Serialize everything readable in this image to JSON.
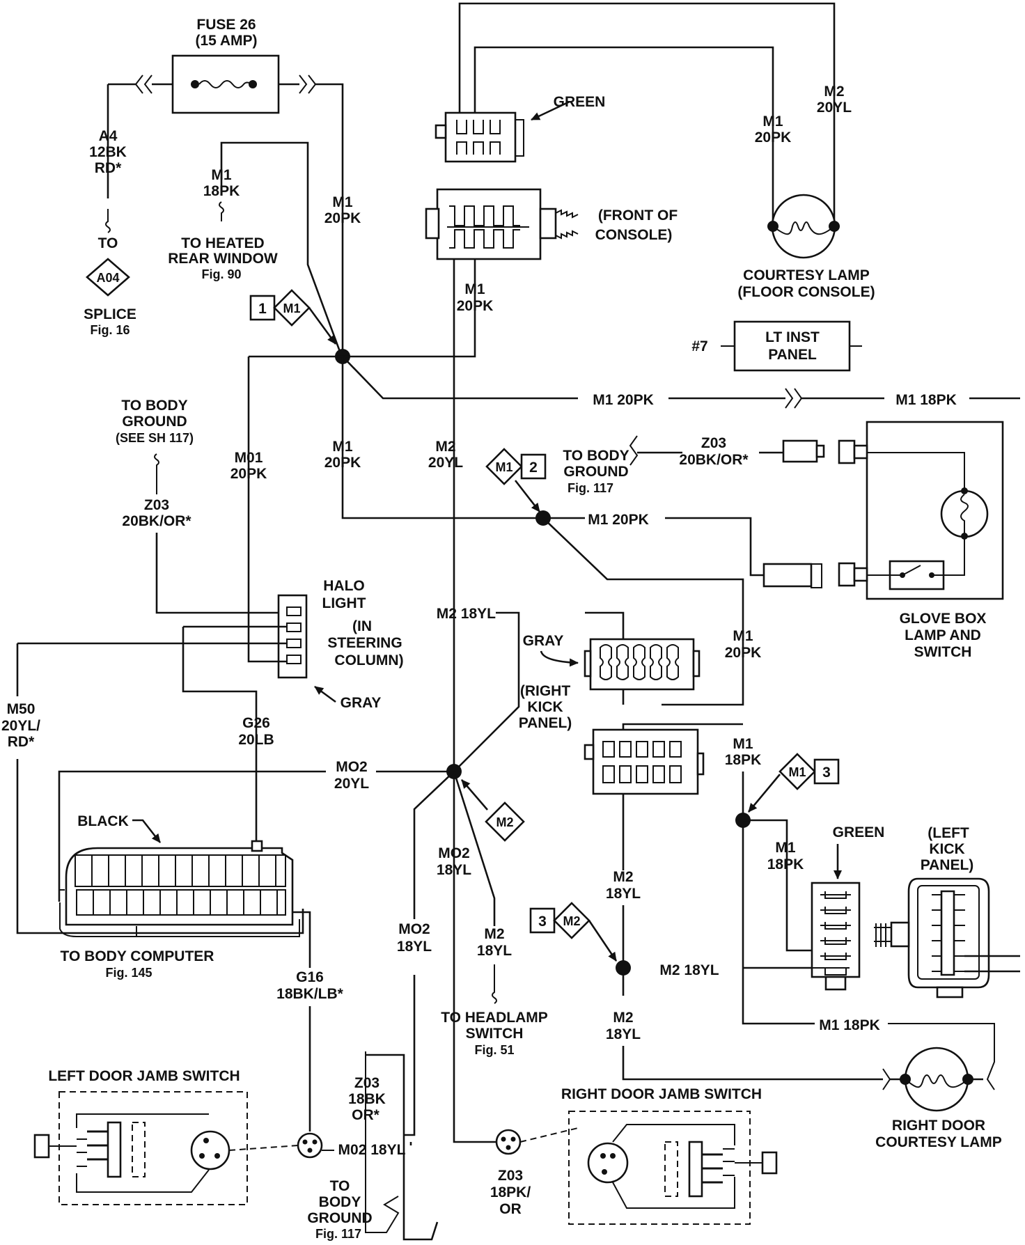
{
  "fuse": {
    "line1": "FUSE 26",
    "line2": "(15 AMP)"
  },
  "wires": {
    "a4": [
      "A4",
      "12BK",
      "RD*"
    ],
    "m1_18pk_hrw": [
      "M1",
      "18PK"
    ],
    "m1_20pk_fuse": [
      "M1",
      "20PK"
    ],
    "m1_20pk_console": [
      "M1",
      "20PK"
    ],
    "m1_20pk_lamp": [
      "M1",
      "20PK"
    ],
    "m2_20yl_lamp": [
      "M2",
      "20YL"
    ],
    "m1_20pk_h": "M1 20PK",
    "m1_18pk_h": "M1 18PK",
    "m01_20pk": [
      "M01",
      "20PK"
    ],
    "m1_20pk_mid": [
      "M1",
      "20PK"
    ],
    "m2_20yl_mid": [
      "M2",
      "20YL"
    ],
    "z03_20bkor_left": [
      "Z03",
      "20BK/OR*"
    ],
    "z03_20bkor_right": [
      "Z03",
      "20BK/OR*"
    ],
    "m1_20pk_glove": "M1 20PK",
    "m2_18yl_top": "M2 18YL",
    "m1_20pk_kick": [
      "M1",
      "20PK"
    ],
    "m50": [
      "M50",
      "20YL/",
      "RD*"
    ],
    "g26": [
      "G26",
      "20LB"
    ],
    "mo2_20yl": [
      "MO2",
      "20YL"
    ],
    "m1_18pk_a": [
      "M1",
      "18PK"
    ],
    "m1_18pk_b": [
      "M1",
      "18PK"
    ],
    "mo2_18yl_a": [
      "MO2",
      "18YL"
    ],
    "mo2_18yl_b": [
      "MO2",
      "18YL"
    ],
    "m2_18yl_hl": [
      "M2",
      "18YL"
    ],
    "m2_18yl_c": [
      "M2",
      "18YL"
    ],
    "m2_18yl_d": "M2 18YL",
    "m2_18yl_e": [
      "M2",
      "18YL"
    ],
    "m1_18pk_bottom": "M1 18PK",
    "g16": [
      "G16",
      "18BK/LB*"
    ],
    "z03_18bkor": [
      "Z03",
      "18BK",
      "OR*"
    ],
    "m02_18yl_sw": "M02 18YL",
    "z03_18pkor": [
      "Z03",
      "18PK/",
      "OR"
    ]
  },
  "labels": {
    "to": "TO",
    "splice_code": "A04",
    "splice": [
      "SPLICE",
      "Fig. 16"
    ],
    "heated_window": [
      "TO HEATED",
      "REAR WINDOW",
      "Fig. 90"
    ],
    "green_top": "GREEN",
    "front_console": [
      "(FRONT OF",
      "CONSOLE)"
    ],
    "courtesy_floor": [
      "COURTESY LAMP",
      "(FLOOR CONSOLE)"
    ],
    "lt_inst_num": "#7",
    "lt_inst": [
      "LT INST",
      "PANEL"
    ],
    "body_ground_sh": [
      "TO BODY",
      "GROUND",
      "(SEE SH 117)"
    ],
    "body_ground_117": [
      "TO BODY",
      "GROUND",
      "Fig. 117"
    ],
    "glove_box": [
      "GLOVE BOX",
      "LAMP AND",
      "SWITCH"
    ],
    "halo": [
      "HALO",
      "LIGHT",
      "(IN",
      "STEERING",
      "COLUMN)"
    ],
    "gray_halo": "GRAY",
    "gray_kick": "GRAY",
    "right_kick": [
      "(RIGHT",
      "KICK",
      "PANEL)"
    ],
    "black": "BLACK",
    "body_computer": [
      "TO BODY COMPUTER",
      "Fig. 145"
    ],
    "green_left": "GREEN",
    "left_kick": [
      "(LEFT",
      "KICK",
      "PANEL)"
    ],
    "headlamp": [
      "TO HEADLAMP",
      "SWITCH",
      "Fig. 51"
    ],
    "right_door_lamp": [
      "RIGHT DOOR",
      "COURTESY LAMP"
    ],
    "left_jamb": "LEFT DOOR JAMB SWITCH",
    "right_jamb": "RIGHT  DOOR JAMB SWITCH",
    "body_ground_bottom": [
      "TO",
      "BODY",
      "GROUND",
      "Fig. 117"
    ]
  },
  "tags": {
    "t1": {
      "num": "1",
      "code": "M1"
    },
    "t2": {
      "num": "2",
      "code": "M1"
    },
    "t3": {
      "num": "3",
      "code": "M1"
    },
    "t4": {
      "code": "M2"
    },
    "t5": {
      "num": "3",
      "code": "M2"
    }
  },
  "icons": [
    "fuse-icon",
    "lamp-icon",
    "connector-icon",
    "splice-dot-icon",
    "jamb-switch-icon",
    "ground-icon"
  ]
}
